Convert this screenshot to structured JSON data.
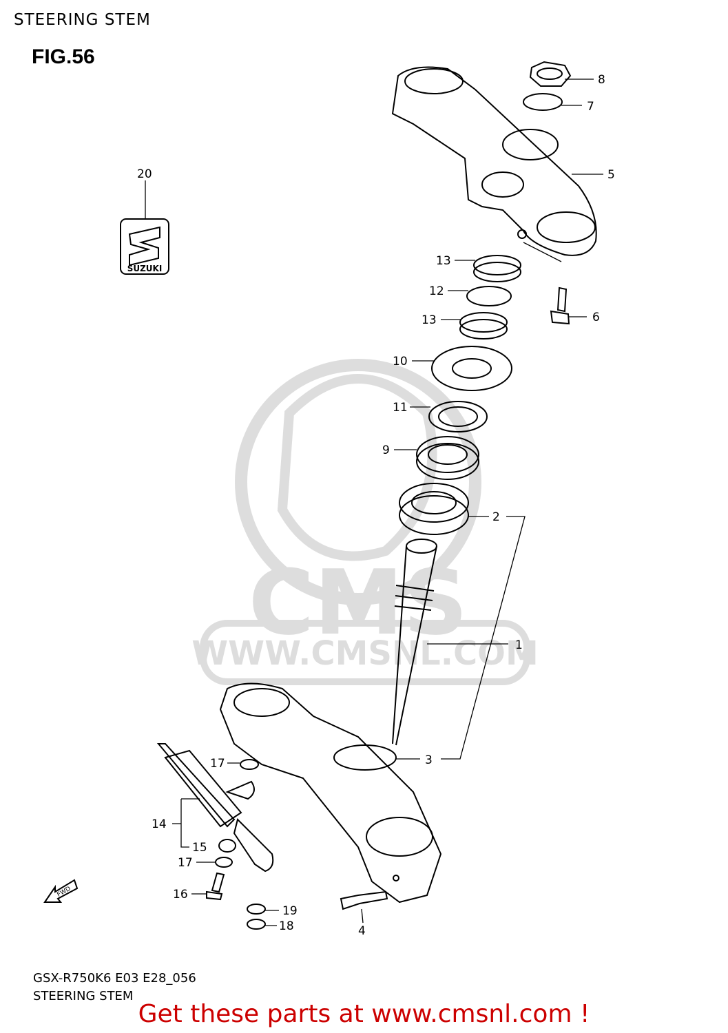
{
  "header": {
    "title": "STEERING STEM"
  },
  "figure": {
    "label": "FIG.56"
  },
  "callouts": [
    "1",
    "2",
    "3",
    "4",
    "5",
    "6",
    "7",
    "8",
    "9",
    "10",
    "11",
    "12",
    "13",
    "13",
    "14",
    "15",
    "16",
    "17",
    "17",
    "18",
    "19",
    "20"
  ],
  "logo": {
    "text": "SUZUKI"
  },
  "watermark": {
    "brand": "CMS",
    "url": "WWW.CMSNL.COM"
  },
  "fwd_arrow": {
    "text": "FWD"
  },
  "footer": {
    "model_code": "GSX-R750K6 E03 E28_056",
    "section_name": "STEERING STEM"
  },
  "cta": {
    "text": "Get these parts at www.cmsnl.com !",
    "color": "#cc0000"
  }
}
